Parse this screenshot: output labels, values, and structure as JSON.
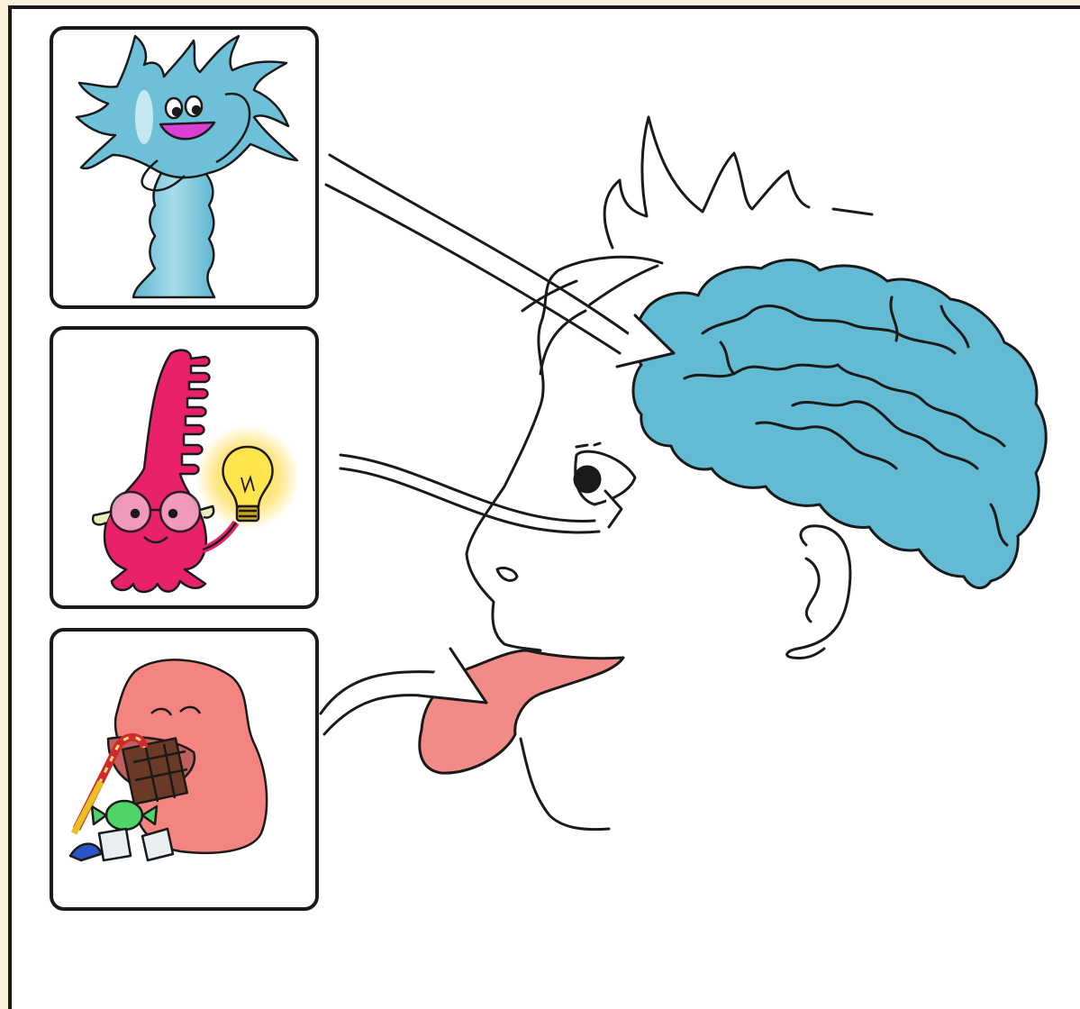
{
  "illustration": {
    "panels": [
      {
        "id": "neuron",
        "icon": "neuron-character-icon"
      },
      {
        "id": "photoreceptor",
        "icon": "photoreceptor-character-icon"
      },
      {
        "id": "taste",
        "icon": "taste-bud-eating-sweets-icon"
      }
    ],
    "arrows": [
      {
        "from": "neuron",
        "to": "brain"
      },
      {
        "from": "photoreceptor",
        "to": "eye"
      },
      {
        "from": "taste",
        "to": "tongue"
      }
    ]
  },
  "colors": {
    "page_background": "#fdf1dd",
    "frame": "#1a1a1a",
    "brain": "#62bad3",
    "neuron": "#6ec0d8",
    "photoreceptor": "#e8216a",
    "taste_cell": "#f4847f",
    "tongue": "#f28a87",
    "mouth_inner": "#c0605e",
    "chocolate": "#6b3a26",
    "bulb_glow": "#ffd21f"
  }
}
